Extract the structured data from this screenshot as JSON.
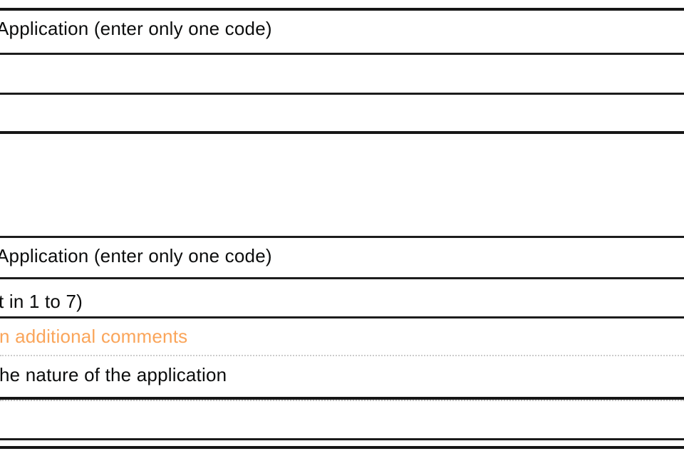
{
  "page": {
    "background": "#ffffff",
    "text_color": "#0b0c0c",
    "rule_color": "#161616",
    "dotted_rule_color": "#cccccc",
    "accent_orange": "#faa55a"
  },
  "rows": [
    {
      "text": "Application (enter only one code)"
    },
    {
      "text": ""
    },
    {
      "text": ""
    },
    {
      "text": ""
    },
    {
      "text": "Application (enter only one code)"
    },
    {
      "text": "t in 1 to 7)"
    },
    {
      "text": "n additional comments"
    },
    {
      "text": "he nature of the application"
    },
    {
      "text": ""
    },
    {
      "text": ""
    },
    {
      "text": ""
    }
  ]
}
